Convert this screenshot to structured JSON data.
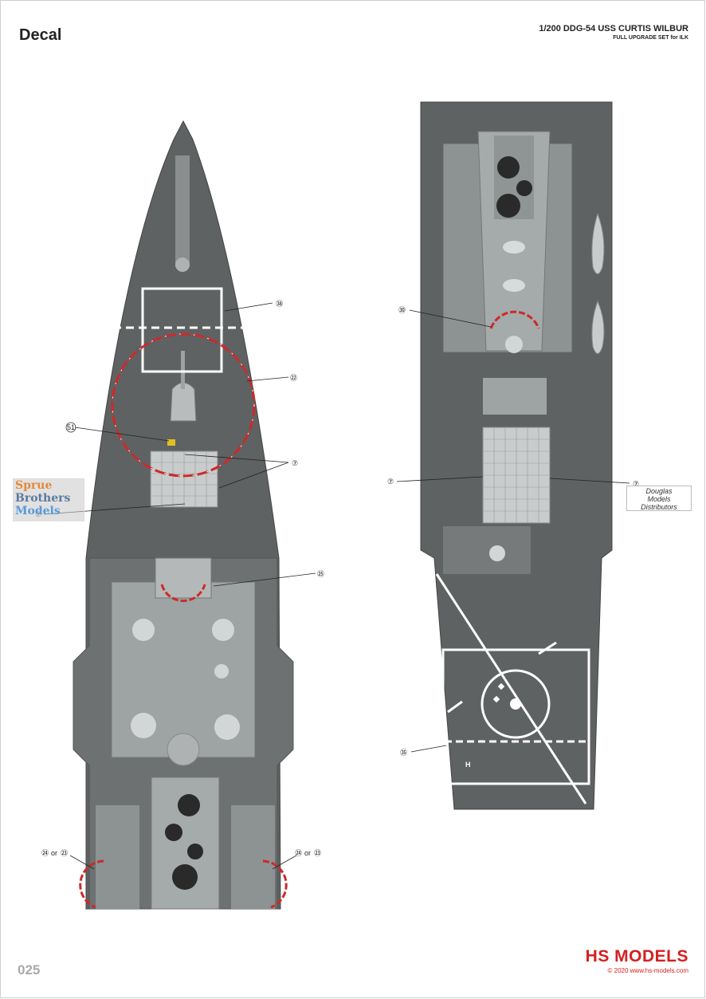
{
  "header": {
    "title": "Decal",
    "model_line1": "1/200 DDG-54 USS CURTIS WILBUR",
    "model_line2": "FULL UPGRADE SET for ILK"
  },
  "footer": {
    "page_number": "025",
    "brand": "HS MODELS",
    "copyright": "© 2020 www.hs-models.com"
  },
  "callouts": {
    "c38": "㊳",
    "c22": "㉒",
    "c51": "51",
    "c7a": "⑦",
    "c7b": "⑦",
    "c25": "㉕",
    "c24a": "㉔",
    "c23a": "㉓",
    "c24b": "㉔",
    "c23b": "㉓",
    "or": "or",
    "c30": "㉚",
    "c7c": "⑦",
    "c7d": "⑦",
    "c35": "㉟",
    "helipad_h": "H"
  },
  "watermarks": {
    "sprue": [
      "Sprue",
      "Brothers",
      "Models"
    ],
    "douglas": [
      "Douglas",
      "Models",
      "Distributors"
    ]
  },
  "colors": {
    "deck": "#5f6262",
    "superstructure": "#9ea3a3",
    "marking_red": "#cc2a2a",
    "marking_white": "#ffffff"
  }
}
